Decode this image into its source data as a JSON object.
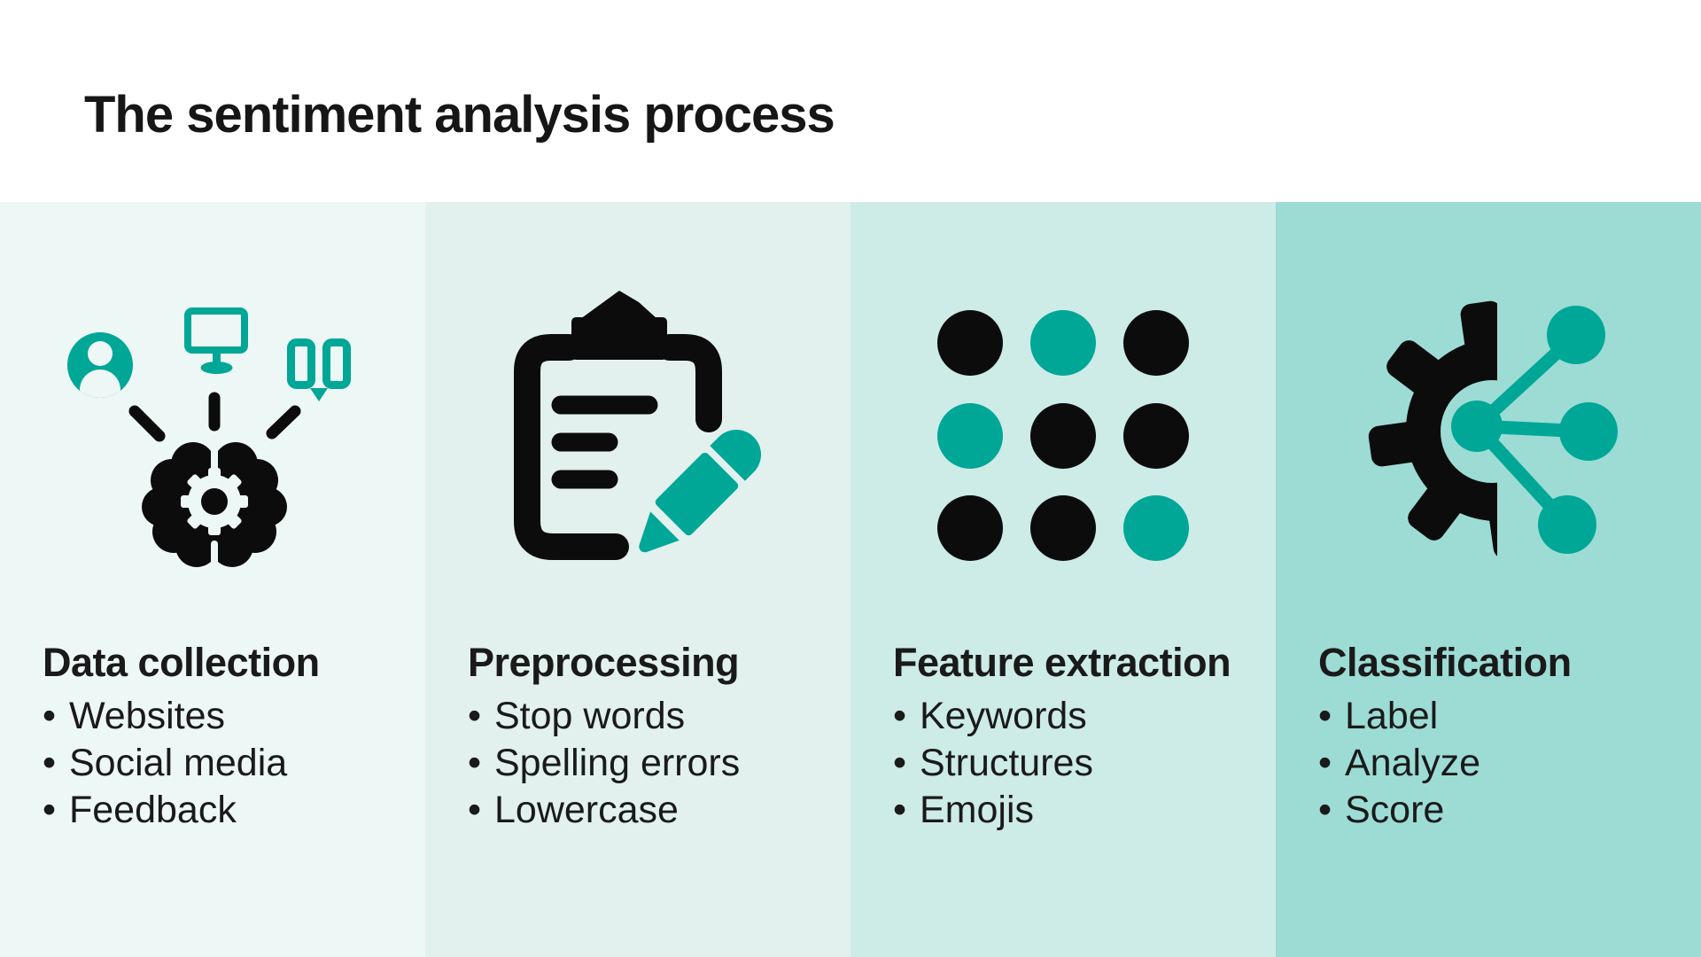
{
  "title": "The sentiment analysis process",
  "bullet_char": "•",
  "palette": {
    "teal": "#00a797",
    "ink": "#0c0c0c",
    "text_color": "#1a1a1a",
    "header_bg": "#ffffff"
  },
  "columns": [
    {
      "heading": "Data collection",
      "bg": "#edf7f5",
      "icon": "brain-sources-icon",
      "items": [
        "Websites",
        "Social media",
        "Feedback"
      ]
    },
    {
      "heading": "Preprocessing",
      "bg": "#e2f1ee",
      "icon": "clipboard-pencil-icon",
      "items": [
        "Stop words",
        "Spelling errors",
        "Lowercase"
      ]
    },
    {
      "heading": "Feature extraction",
      "bg": "#cdebe7",
      "icon": "dot-grid-icon",
      "items": [
        "Keywords",
        "Structures",
        "Emojis"
      ]
    },
    {
      "heading": "Classification",
      "bg": "#9cdcd4",
      "icon": "gear-network-icon",
      "items": [
        "Label",
        "Analyze",
        "Score"
      ]
    }
  ],
  "dot_grid_pattern": [
    [
      "ink",
      "teal",
      "ink"
    ],
    [
      "teal",
      "ink",
      "ink"
    ],
    [
      "ink",
      "ink",
      "teal"
    ]
  ]
}
